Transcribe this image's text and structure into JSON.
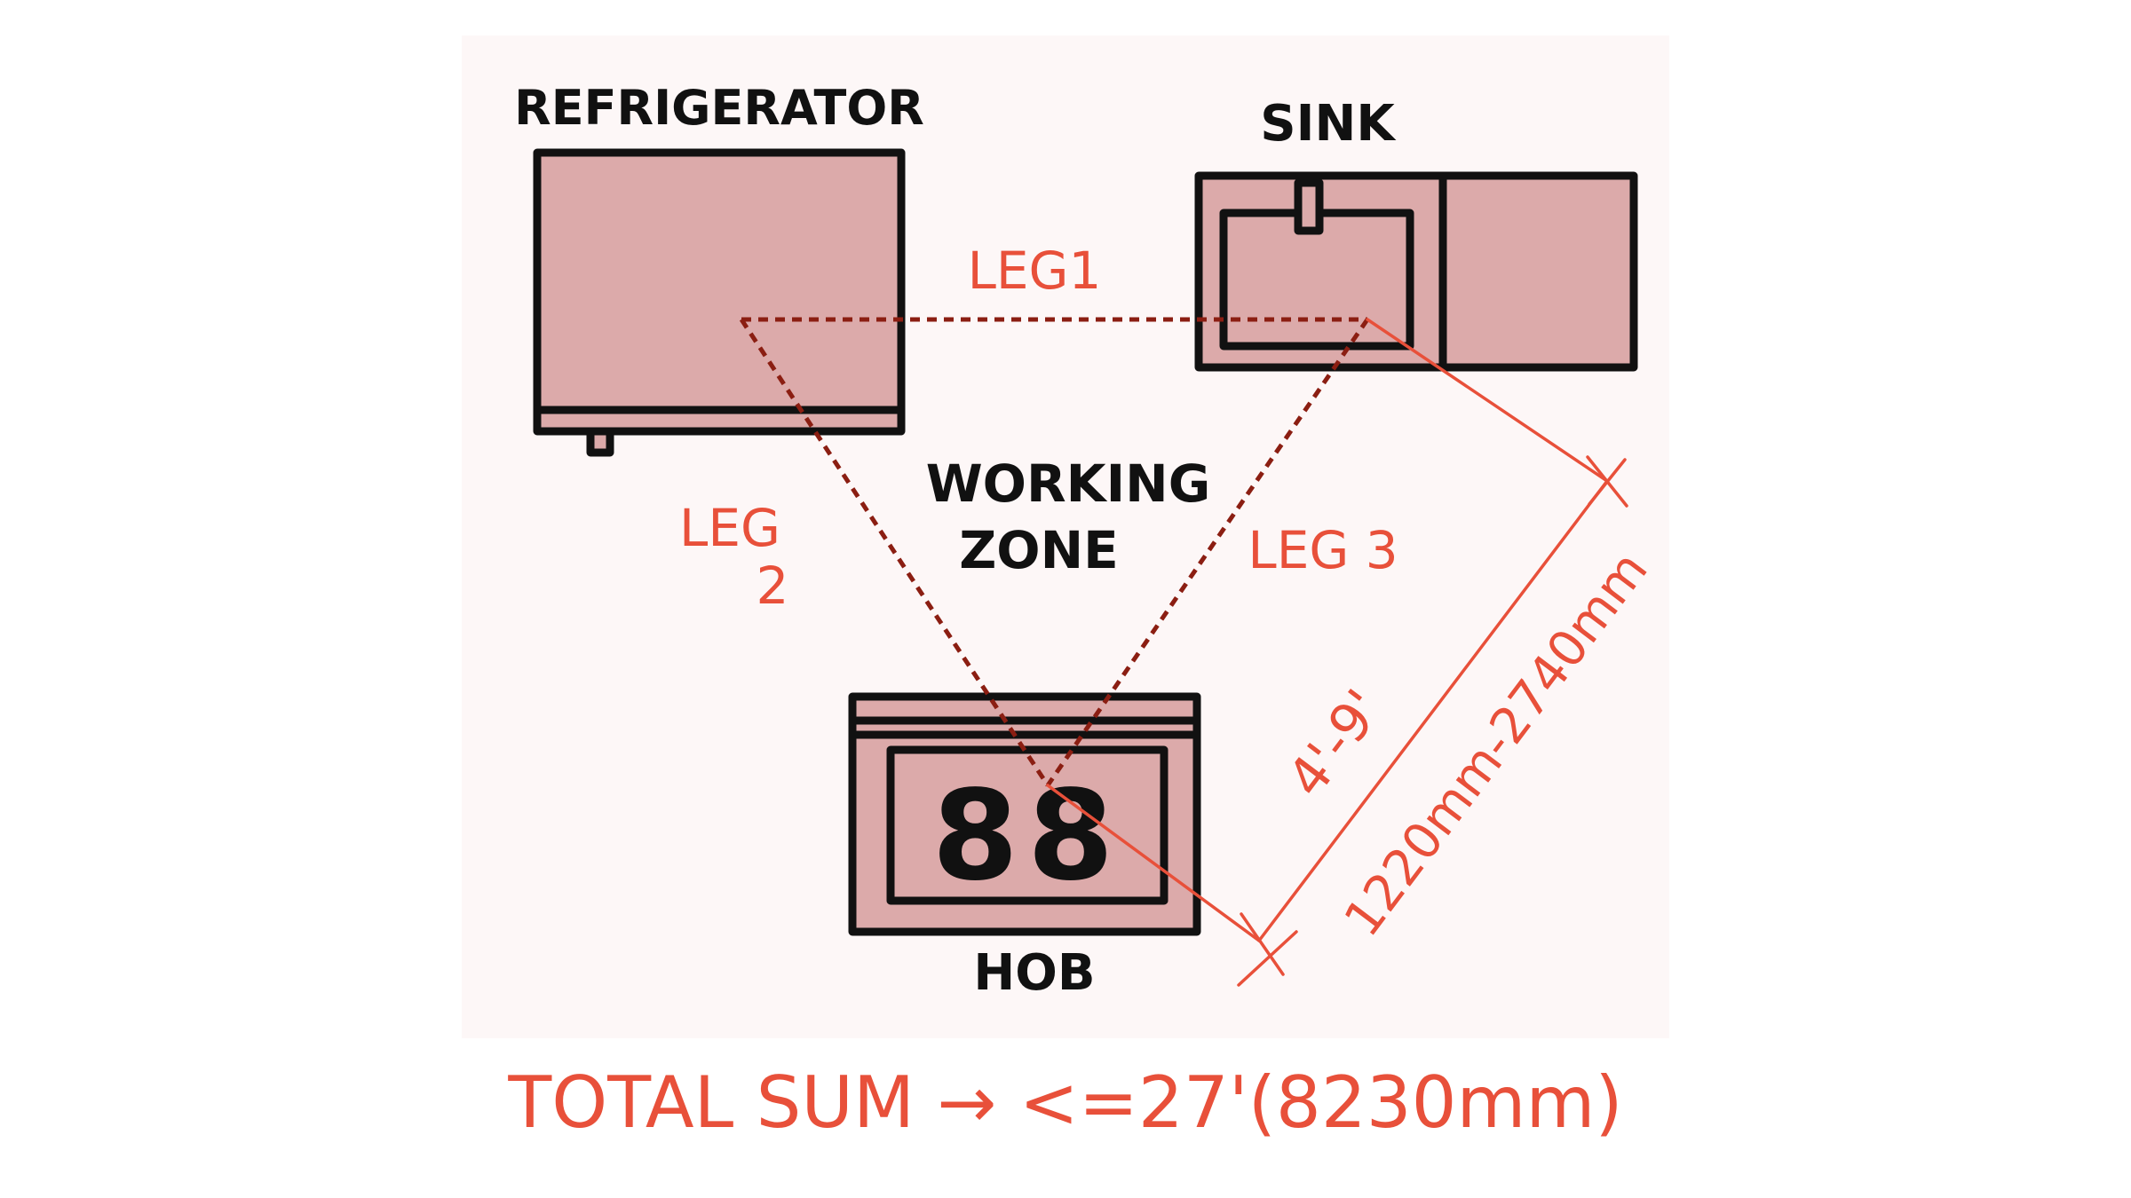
{
  "labels": {
    "refrigerator": "REFRIGERATOR",
    "sink": "SINK",
    "hob": "HOB",
    "working_zone_line1": "WORKING",
    "working_zone_line2": "ZONE",
    "leg1": "LEG1",
    "leg2_line1": "LEG",
    "leg2_line2": "2",
    "leg3": "LEG 3",
    "dimension_feet": "4'-9'",
    "dimension_mm": "1220mm-2740mm",
    "hob_display": "88",
    "total_sum": "TOTAL SUM → <=27'(8230mm)"
  },
  "colors": {
    "appliance_fill": "#dcaaaa",
    "outline": "#111111",
    "triangle": "#8b1e12",
    "annotation": "#e8503a",
    "canvas_bg": "#fdf7f7"
  }
}
